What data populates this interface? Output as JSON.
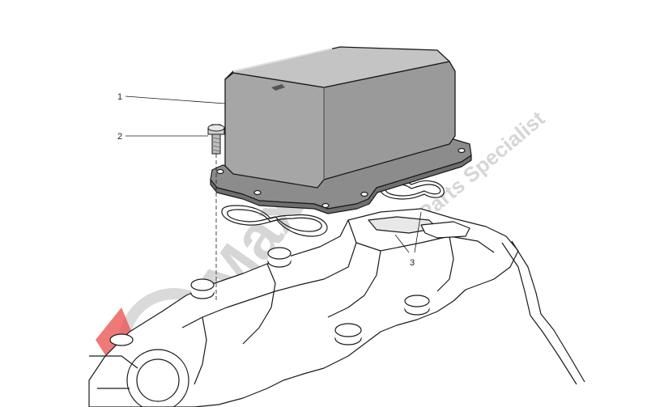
{
  "diagram": {
    "callouts": [
      {
        "id": "1",
        "label": "1"
      },
      {
        "id": "2",
        "label": "2"
      },
      {
        "id": "3",
        "label": "3"
      }
    ],
    "parts": [
      {
        "callout": "1",
        "name": "cover-housing"
      },
      {
        "callout": "2",
        "name": "bolt"
      },
      {
        "callout": "3",
        "name": "gasket"
      }
    ]
  },
  "watermark": {
    "brand": "Maxparts",
    "tagline": "Exclusive Truck Parts Specialist",
    "color": "#c9c9c9",
    "accent_color": "#e53935"
  },
  "colors": {
    "housing_fill": "#a6a6a6",
    "housing_top": "#c4c4c4",
    "line": "#1a1a1a"
  }
}
